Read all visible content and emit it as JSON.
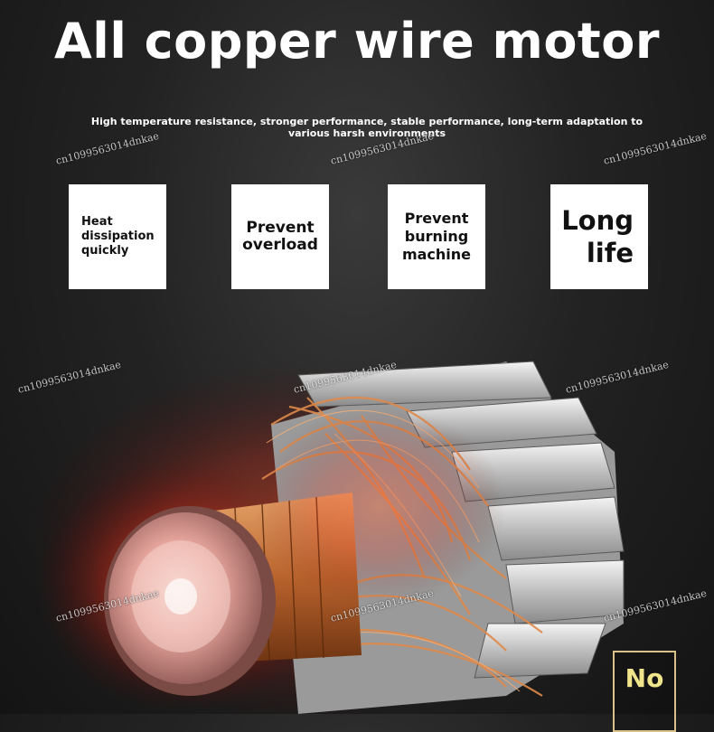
{
  "title": "All copper wire motor",
  "subtitle": "High temperature resistance, stronger performance, stable performance, long-term adaptation to various harsh environments",
  "features": [
    {
      "line1": "Heat",
      "line2": "dissipation",
      "line3": "quickly"
    },
    {
      "line1": "Prevent",
      "line2": "overload"
    },
    {
      "line1": "Prevent",
      "line2": "burning",
      "line3": "machine"
    },
    {
      "line1": "Long",
      "line2": "life"
    }
  ],
  "watermark": "cn1099563014dnkae",
  "badge": "No",
  "colors": {
    "background": "#1e1e1e",
    "accent_glow": "#ff4a2a",
    "copper": "#c8743a",
    "badge_text": "#f0e58a"
  }
}
